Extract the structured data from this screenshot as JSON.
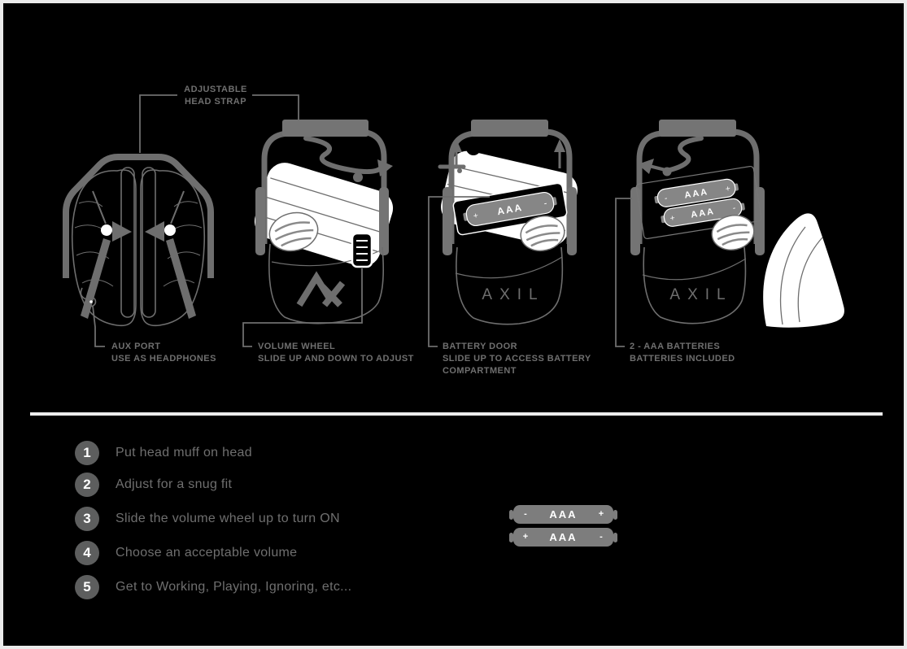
{
  "colors": {
    "background": "#000000",
    "frame_border": "#ebebeb",
    "line_gray": "#6e6e6e",
    "text_gray": "#6f6f6f",
    "white": "#ffffff",
    "battery_fill": "#7d7d7d",
    "step_circle": "#5d5e5e"
  },
  "callouts": {
    "head_strap": {
      "line1": "ADJUSTABLE",
      "line2": "HEAD STRAP"
    },
    "aux_port": {
      "line1": "AUX PORT",
      "line2": "USE AS HEADPHONES"
    },
    "volume_wheel": {
      "line1": "VOLUME WHEEL",
      "line2": "SLIDE UP AND DOWN TO ADJUST"
    },
    "battery_door": {
      "line1": "BATTERY DOOR",
      "line2": "SLIDE UP TO ACCESS BATTERY",
      "line3": "COMPARTMENT"
    },
    "batteries": {
      "line1": "2 - AAA BATTERIES",
      "line2": "BATTERIES INCLUDED"
    }
  },
  "illustrations": {
    "brand": "AXIL",
    "battery_label": "AAA",
    "plus": "+",
    "minus": "-"
  },
  "steps": [
    {
      "num": "1",
      "label": "Put head muff on head"
    },
    {
      "num": "2",
      "label": "Adjust for a snug fit"
    },
    {
      "num": "3",
      "label": "Slide the volume wheel up to turn ON"
    },
    {
      "num": "4",
      "label": "Choose an acceptable volume"
    },
    {
      "num": "5",
      "label": "Get to Working, Playing, Ignoring, etc..."
    }
  ],
  "battery_graphic": {
    "rows": [
      {
        "left": "-",
        "label": "AAA",
        "right": "+"
      },
      {
        "left": "+",
        "label": "AAA",
        "right": "-"
      }
    ]
  }
}
